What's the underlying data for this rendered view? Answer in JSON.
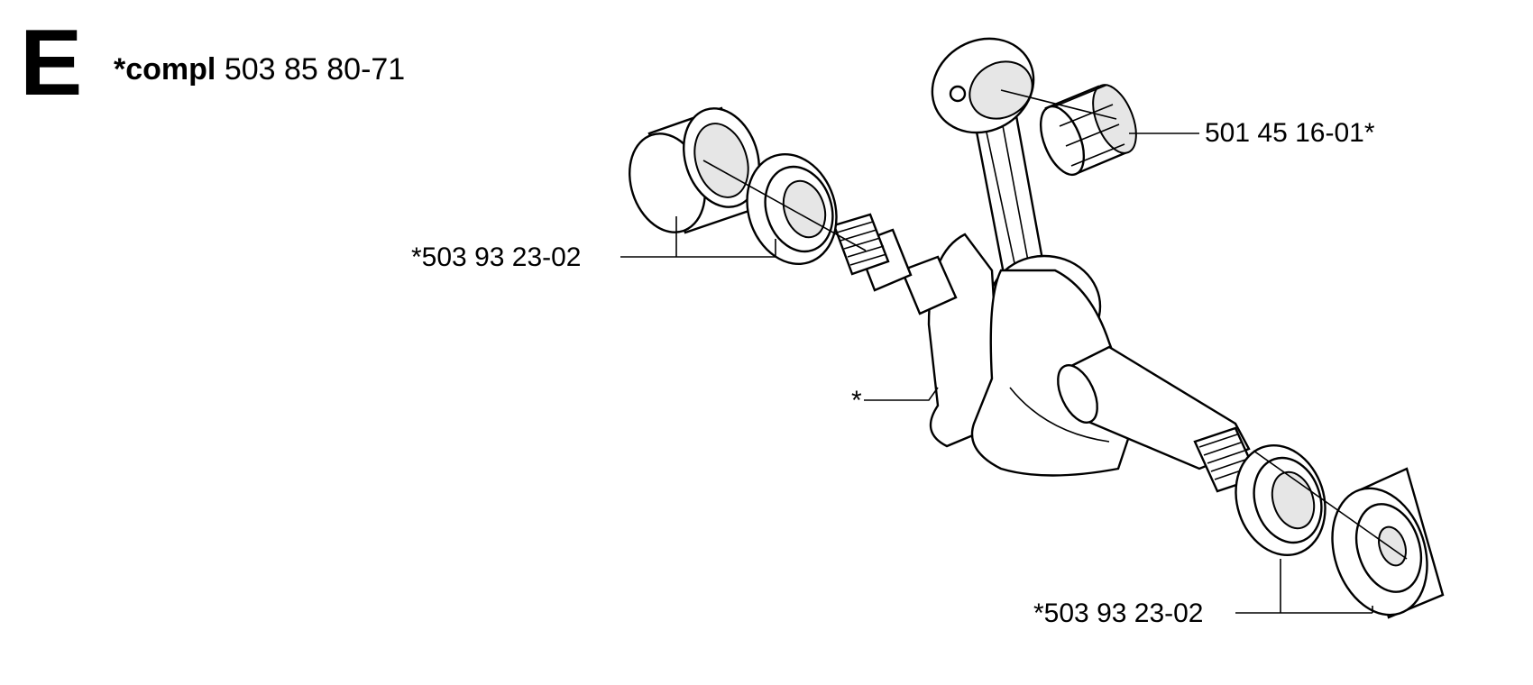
{
  "header": {
    "section_letter": "E",
    "assembly_prefix": "*compl",
    "assembly_part_number": "503 85 80-71"
  },
  "callouts": {
    "needle_bearing": "501 45 16-01*",
    "bearing_upper_left": "*503 93 23-02",
    "crankshaft": "*",
    "bearing_lower_right": "*503 93 23-02"
  }
}
